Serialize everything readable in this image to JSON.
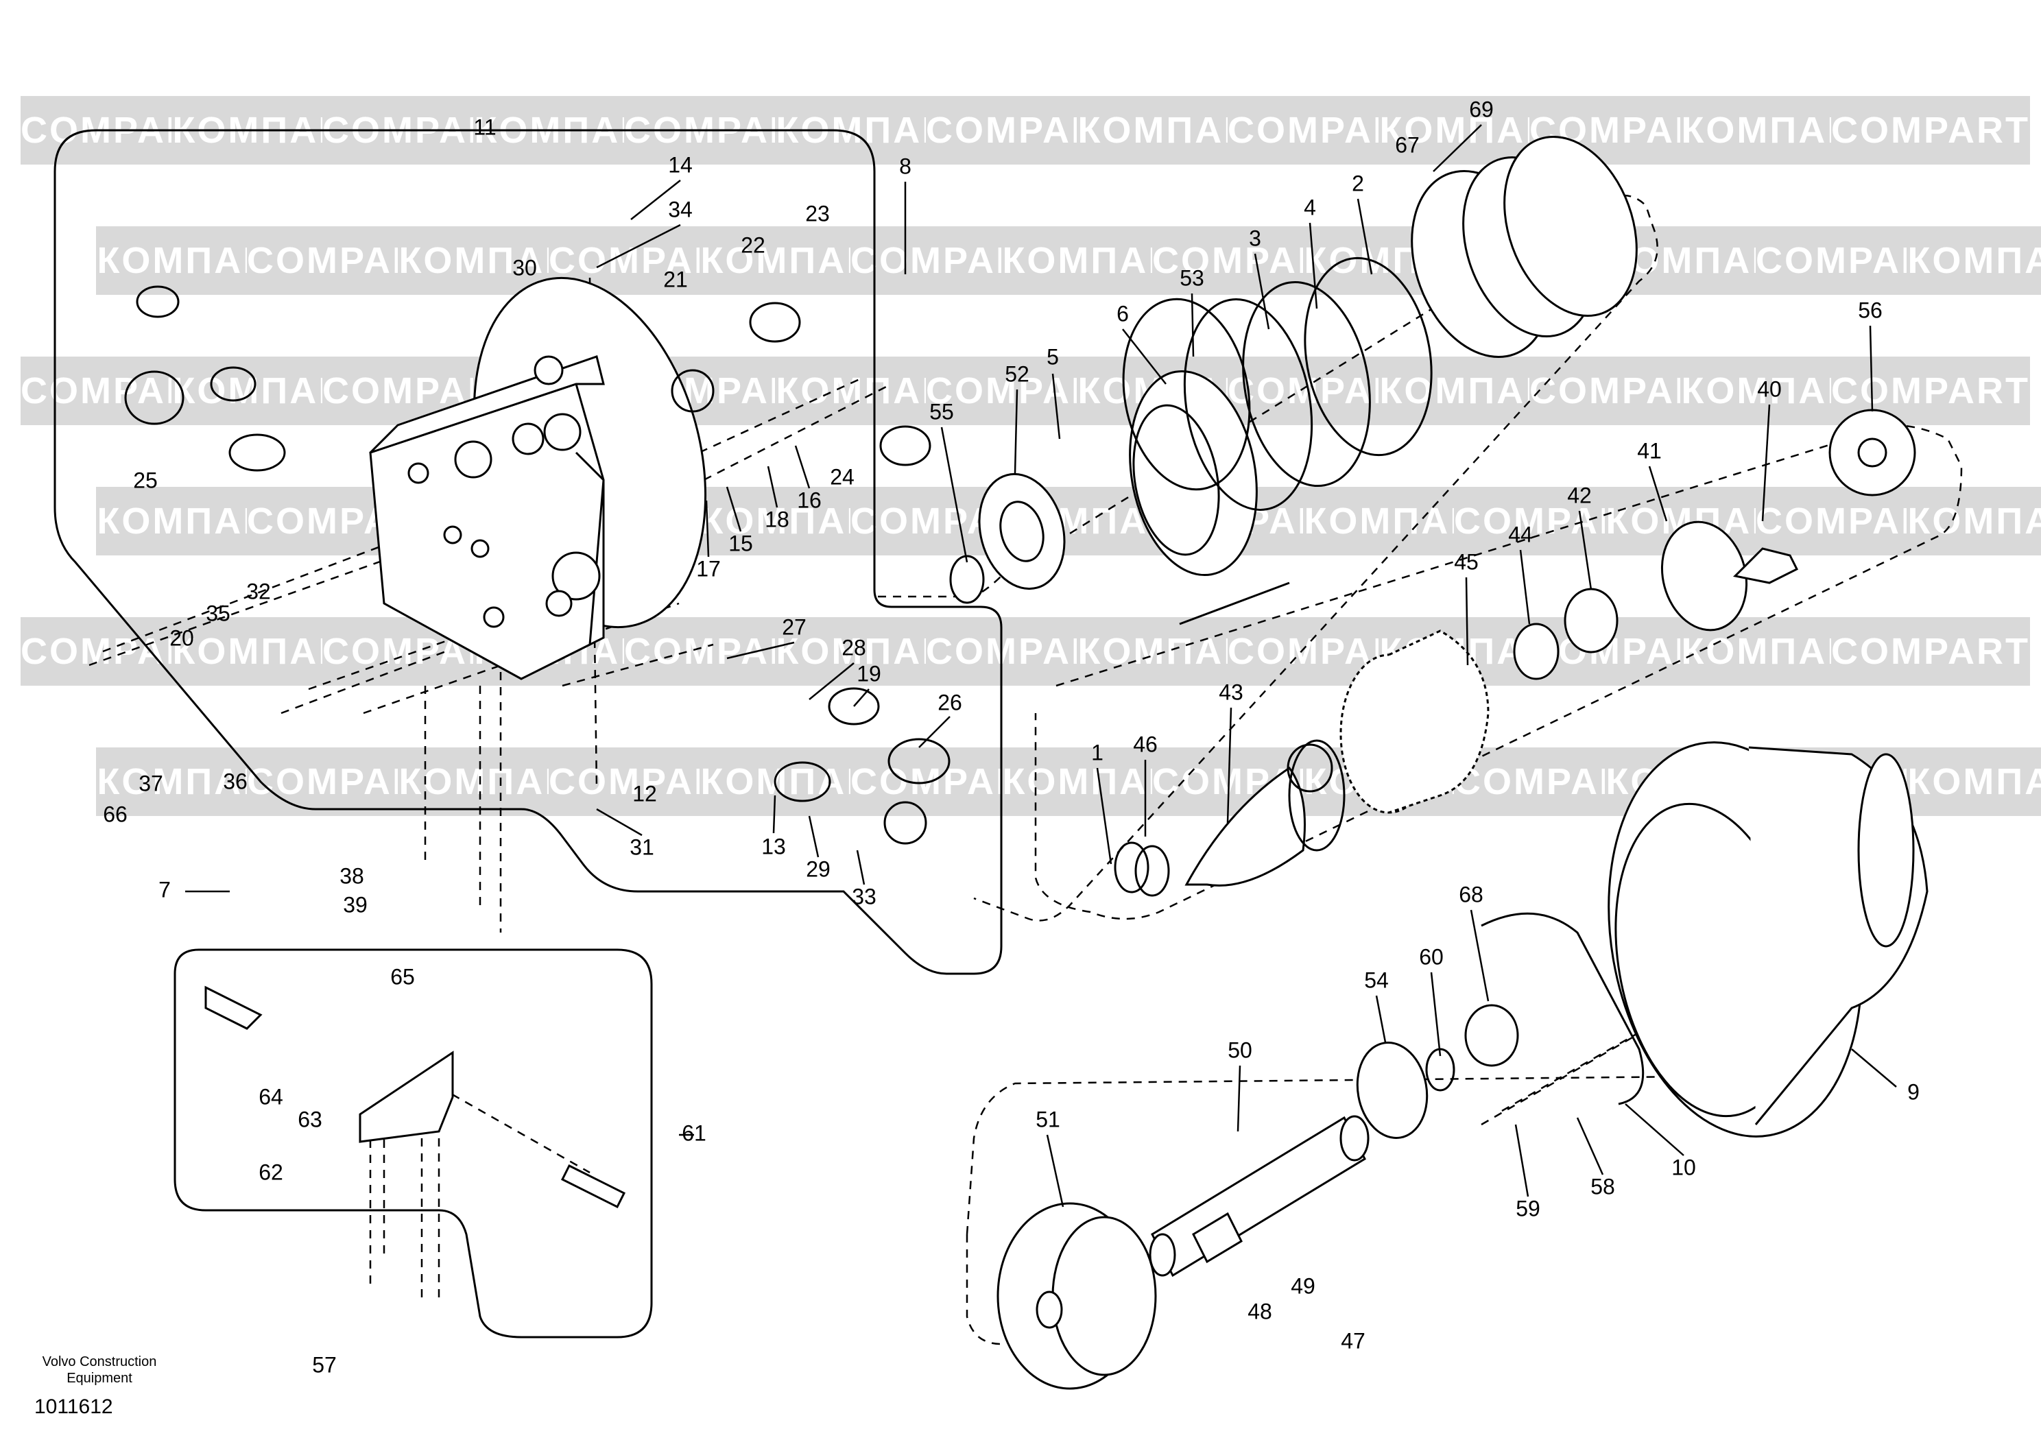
{
  "watermark": {
    "words": [
      "COMPART",
      "КОМПАРТ"
    ]
  },
  "footer": {
    "company_line1": "Volvo Construction",
    "company_line2": "Equipment",
    "drawing_id": "1011612"
  },
  "callouts": [
    "1",
    "2",
    "3",
    "4",
    "5",
    "6",
    "7",
    "8",
    "9",
    "10",
    "11",
    "12",
    "13",
    "14",
    "15",
    "16",
    "17",
    "18",
    "19",
    "20",
    "21",
    "22",
    "23",
    "24",
    "25",
    "26",
    "27",
    "28",
    "29",
    "30",
    "31",
    "32",
    "33",
    "34",
    "35",
    "36",
    "37",
    "38",
    "39",
    "40",
    "41",
    "42",
    "43",
    "44",
    "45",
    "46",
    "47",
    "48",
    "49",
    "50",
    "51",
    "52",
    "53",
    "54",
    "55",
    "56",
    "57",
    "58",
    "59",
    "60",
    "61",
    "62",
    "63",
    "64",
    "65",
    "66",
    "67",
    "68",
    "69"
  ],
  "colors": {
    "line": "#000000",
    "watermark": "#d9d9d9"
  }
}
